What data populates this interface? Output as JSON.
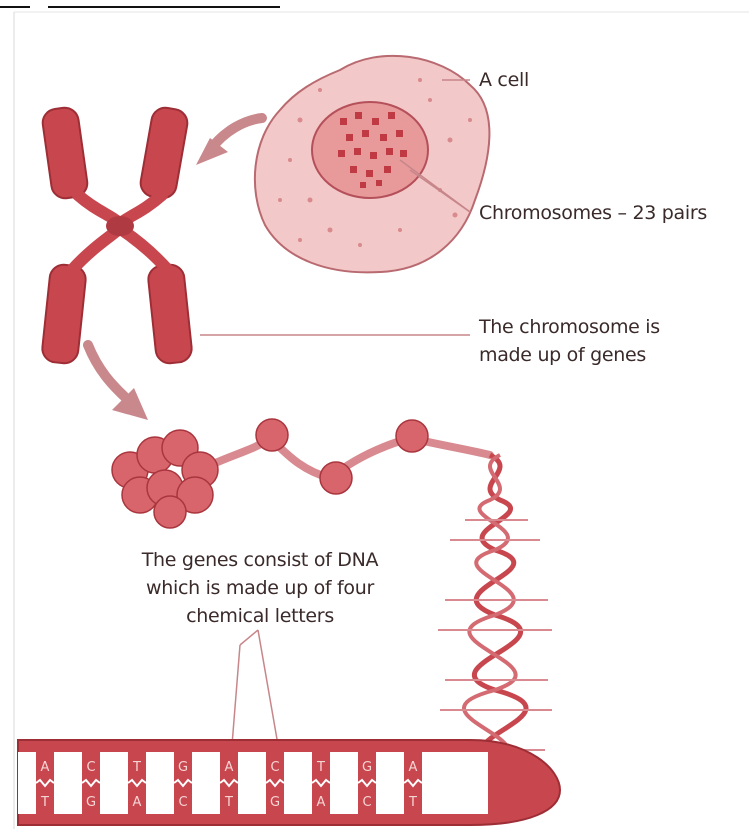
{
  "labels": {
    "cell": "A cell",
    "chromosomes": "Chromosomes – 23 pairs",
    "chromosome_genes_line1": "The chromosome is",
    "chromosome_genes_line2": "made up of genes",
    "dna_line1": "The genes consist of DNA",
    "dna_line2": "which is made up of four",
    "dna_line3": "chemical letters"
  },
  "dna_letters": {
    "top": [
      "A",
      "C",
      "T",
      "G",
      "A",
      "C",
      "T",
      "G",
      "A"
    ],
    "bottom": [
      "T",
      "G",
      "A",
      "C",
      "T",
      "G",
      "A",
      "C",
      "T"
    ]
  },
  "colors": {
    "red": "#c8464e",
    "dark_red": "#a5323a",
    "pink_fill": "#f3c8c8",
    "light_pink": "#f7dcdc",
    "line": "#b85a60"
  }
}
